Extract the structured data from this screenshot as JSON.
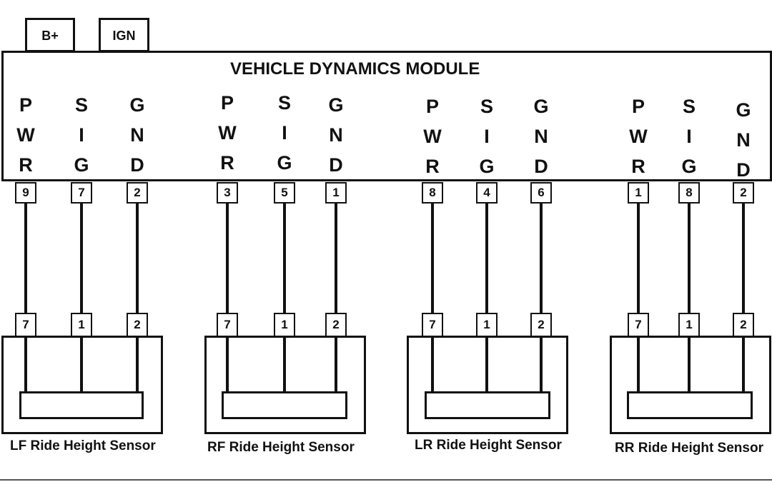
{
  "power_inputs": [
    {
      "label": "B+"
    },
    {
      "label": "IGN"
    }
  ],
  "module": {
    "title": "VEHICLE DYNAMICS MODULE",
    "groups": [
      {
        "terminals": [
          {
            "name": "PWR",
            "letters": [
              "P",
              "W",
              "R"
            ],
            "module_pin": "9",
            "sensor_pin": "7"
          },
          {
            "name": "SIG",
            "letters": [
              "S",
              "I",
              "G"
            ],
            "module_pin": "7",
            "sensor_pin": "1"
          },
          {
            "name": "GND",
            "letters": [
              "G",
              "N",
              "D"
            ],
            "module_pin": "2",
            "sensor_pin": "2"
          }
        ],
        "sensor": "LF Ride Height Sensor"
      },
      {
        "terminals": [
          {
            "name": "PWR",
            "letters": [
              "P",
              "W",
              "R"
            ],
            "module_pin": "3",
            "sensor_pin": "7"
          },
          {
            "name": "SIG",
            "letters": [
              "S",
              "I",
              "G"
            ],
            "module_pin": "5",
            "sensor_pin": "1"
          },
          {
            "name": "GND",
            "letters": [
              "G",
              "N",
              "D"
            ],
            "module_pin": "1",
            "sensor_pin": "2"
          }
        ],
        "sensor": "RF Ride Height Sensor"
      },
      {
        "terminals": [
          {
            "name": "PWR",
            "letters": [
              "P",
              "W",
              "R"
            ],
            "module_pin": "8",
            "sensor_pin": "7"
          },
          {
            "name": "SIG",
            "letters": [
              "S",
              "I",
              "G"
            ],
            "module_pin": "4",
            "sensor_pin": "1"
          },
          {
            "name": "GND",
            "letters": [
              "G",
              "N",
              "D"
            ],
            "module_pin": "6",
            "sensor_pin": "2"
          }
        ],
        "sensor": "LR Ride Height Sensor"
      },
      {
        "terminals": [
          {
            "name": "PWR",
            "letters": [
              "P",
              "W",
              "R"
            ],
            "module_pin": "1",
            "sensor_pin": "7"
          },
          {
            "name": "SIG",
            "letters": [
              "S",
              "I",
              "G"
            ],
            "module_pin": "8",
            "sensor_pin": "1"
          },
          {
            "name": "GND",
            "letters": [
              "G",
              "N",
              "D"
            ],
            "module_pin": "2",
            "sensor_pin": "2"
          }
        ],
        "sensor": "RR Ride Height Sensor"
      }
    ]
  }
}
